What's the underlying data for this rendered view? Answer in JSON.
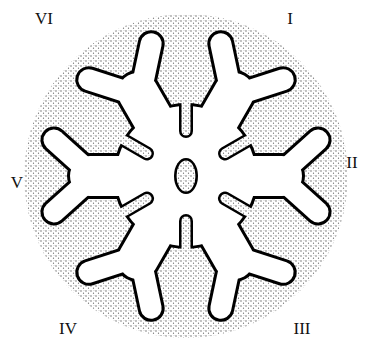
{
  "diagram": {
    "labels": [
      "VI",
      "I",
      "II",
      "V",
      "IV",
      "III"
    ]
  }
}
